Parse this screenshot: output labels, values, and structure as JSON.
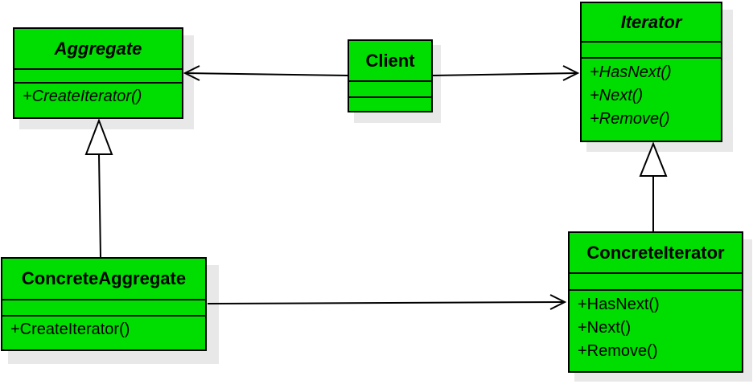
{
  "classes": {
    "aggregate": {
      "name": "Aggregate",
      "abstract": true,
      "operations": [
        "+CreateIterator()"
      ]
    },
    "client": {
      "name": "Client",
      "abstract": false,
      "operations": []
    },
    "iterator": {
      "name": "Iterator",
      "abstract": true,
      "operations": [
        "+HasNext()",
        "+Next()",
        "+Remove()"
      ]
    },
    "concrete_aggregate": {
      "name": "ConcreteAggregate",
      "abstract": false,
      "operations": [
        "+CreateIterator()"
      ]
    },
    "concrete_iterator": {
      "name": "ConcreteIterator",
      "abstract": false,
      "operations": [
        "+HasNext()",
        "+Next()",
        "+Remove()"
      ]
    }
  },
  "relations": [
    {
      "from": "client",
      "to": "aggregate",
      "type": "association"
    },
    {
      "from": "client",
      "to": "iterator",
      "type": "association"
    },
    {
      "from": "concrete_aggregate",
      "to": "aggregate",
      "type": "generalization"
    },
    {
      "from": "concrete_iterator",
      "to": "iterator",
      "type": "generalization"
    },
    {
      "from": "concrete_aggregate",
      "to": "concrete_iterator",
      "type": "association"
    }
  ],
  "colors": {
    "class_fill": "#00dd00",
    "stroke": "#000000",
    "shadow": "#e8e8e8"
  }
}
